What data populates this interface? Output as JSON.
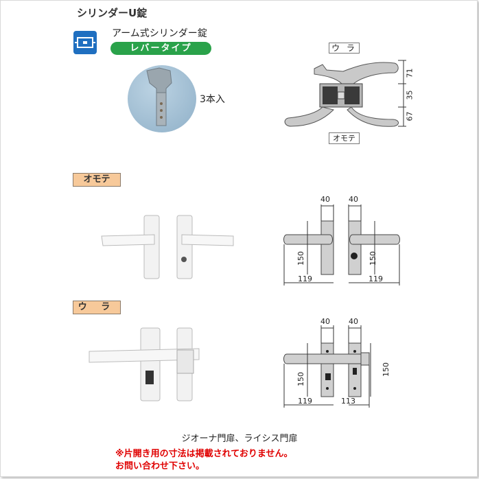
{
  "header": {
    "title": "シリンダーU錠",
    "category_name": "アーム式シリンダー錠",
    "type_badge": "レバータイプ",
    "key_count": "3本入",
    "icon": "lock-category-icon",
    "colors": {
      "category_icon": "#1f6fc0",
      "badge": "#2aa24a",
      "section_label": "#f7c99a",
      "warning": "#e00000"
    }
  },
  "side_view": {
    "ura_label": "ウ ラ",
    "omote_label": "オモテ",
    "dim_top": "71",
    "dim_mid": "35",
    "dim_bottom": "67"
  },
  "section_front": {
    "label": "オモテ",
    "dim_left_width": "40",
    "dim_right_width": "40",
    "dim_left_height": "150",
    "dim_right_height": "150",
    "dim_left_length": "119",
    "dim_right_length": "119"
  },
  "section_back": {
    "label": "ウ ラ",
    "dim_left_width": "40",
    "dim_right_width": "40",
    "dim_left_height": "150",
    "dim_right_height": "150",
    "dim_left_length": "119",
    "dim_right_length": "113"
  },
  "footer": {
    "applicable": "ジオーナ門扉、ライシス門扉",
    "warning_line1": "※片開き用の寸法は掲載されておりません。",
    "warning_line2": "お問い合わせ下さい。"
  }
}
